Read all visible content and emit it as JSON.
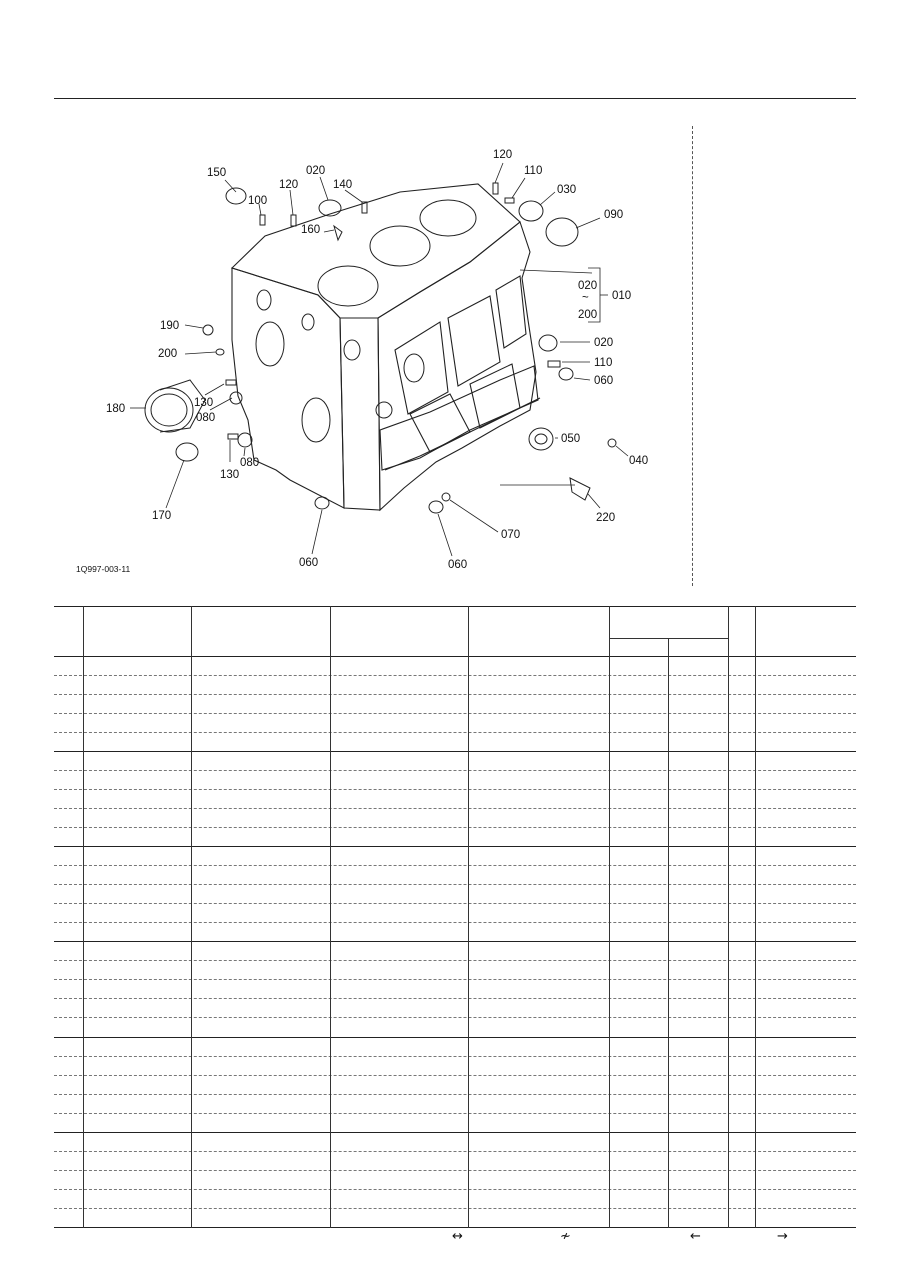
{
  "diagram": {
    "figure_code": "1Q997-003-11",
    "callouts": {
      "c150": "150",
      "c100": "100",
      "c120a": "120",
      "c020a": "020",
      "c140": "140",
      "c160": "160",
      "c120b": "120",
      "c110a": "110",
      "c030": "030",
      "c090": "090",
      "c020b": "020",
      "c010": "010",
      "c200a": "200",
      "c190": "190",
      "c200b": "200",
      "c180": "180",
      "c130a": "130",
      "c080a": "080",
      "c020c": "020",
      "c110b": "110",
      "c060a": "060",
      "c050": "050",
      "c040": "040",
      "c130b": "130",
      "c080b": "080",
      "c170": "170",
      "c220": "220",
      "c070": "070",
      "c060b": "060",
      "c060c": "060"
    },
    "range_tilde": "~"
  },
  "footer": {
    "sym1": "↔",
    "sym2": "≁",
    "sym3": "←",
    "sym4": "→"
  }
}
